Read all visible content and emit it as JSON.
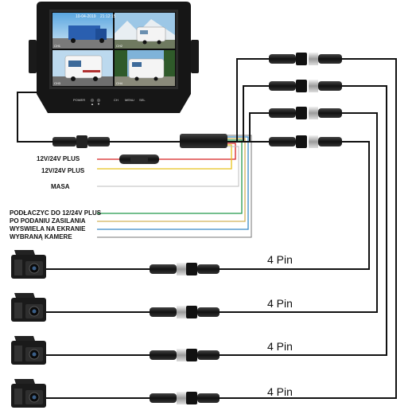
{
  "monitor": {
    "osd_date": "10-04-2019",
    "osd_time": "21:12:15",
    "channels": [
      "CH1",
      "CH2",
      "CH3",
      "CH4"
    ],
    "buttons": [
      "POWER",
      "▲",
      "▼",
      "CH",
      "MENU",
      "SEL"
    ]
  },
  "wires": [
    {
      "label": "12V/24V PLUS",
      "color": "#d62020"
    },
    {
      "label": "12V/24V PLUS",
      "color": "#e8c21a"
    },
    {
      "label": "MASA",
      "color": "#ffffff"
    },
    {
      "label": "PODŁACZYC DO 12/24V PLUS",
      "color": "#22994a"
    },
    {
      "label": "PO PODANIU ZASILANIA",
      "color": "#d2b25a"
    },
    {
      "label": "WYSWIELA NA EKRANIE",
      "color": "#3a8ac7"
    },
    {
      "label": "WYBRANĄ KAMERE",
      "color": "#555555"
    }
  ],
  "cameras": [
    {
      "pin_label": "4 Pin"
    },
    {
      "pin_label": "4 Pin"
    },
    {
      "pin_label": "4 Pin"
    },
    {
      "pin_label": "4 Pin"
    }
  ]
}
